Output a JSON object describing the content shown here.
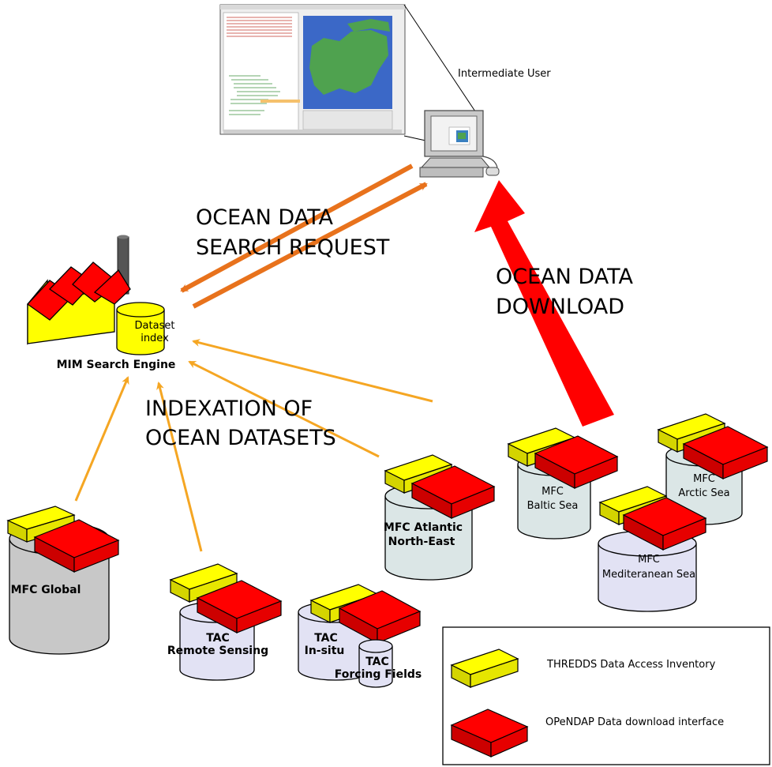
{
  "colors": {
    "search_arrow": "#e8721c",
    "index_arrow": "#f5a623",
    "download_arrow": "#ff0000",
    "thredds": "#ffff00",
    "opendap": "#ff0000",
    "global_db": "#c8c8c8",
    "regional_db": "#dbe6e6",
    "tac_db": "#e2e2f4"
  },
  "user": {
    "label": "Intermediate User"
  },
  "search_engine": {
    "label": "MIM Search Engine",
    "index_line1": "Dataset",
    "index_line2": "index"
  },
  "flows": {
    "search_line1": "OCEAN DATA",
    "search_line2": "SEARCH REQUEST",
    "download_line1": "OCEAN DATA",
    "download_line2": "DOWNLOAD",
    "indexation_line1": "INDEXATION OF",
    "indexation_line2": "OCEAN DATASETS"
  },
  "centers": {
    "mfc_global": {
      "line1": "MFC Global"
    },
    "tac_remote": {
      "line1": "TAC",
      "line2": "Remote Sensing"
    },
    "tac_insitu": {
      "line1": "TAC",
      "line2": "In-situ"
    },
    "tac_forcing": {
      "line1": "TAC",
      "line2": "Forcing Fields"
    },
    "mfc_atlantic": {
      "line1": "MFC Atlantic",
      "line2": "North-East"
    },
    "mfc_baltic": {
      "line1": "MFC",
      "line2": "Baltic Sea"
    },
    "mfc_arctic": {
      "line1": "MFC",
      "line2": "Arctic Sea"
    },
    "mfc_med": {
      "line1": "MFC",
      "line2": "Mediteranean Sea"
    }
  },
  "legend": {
    "thredds_label": "THREDDS Data Access Inventory",
    "opendap_label": "OPeNDAP Data download interface"
  }
}
